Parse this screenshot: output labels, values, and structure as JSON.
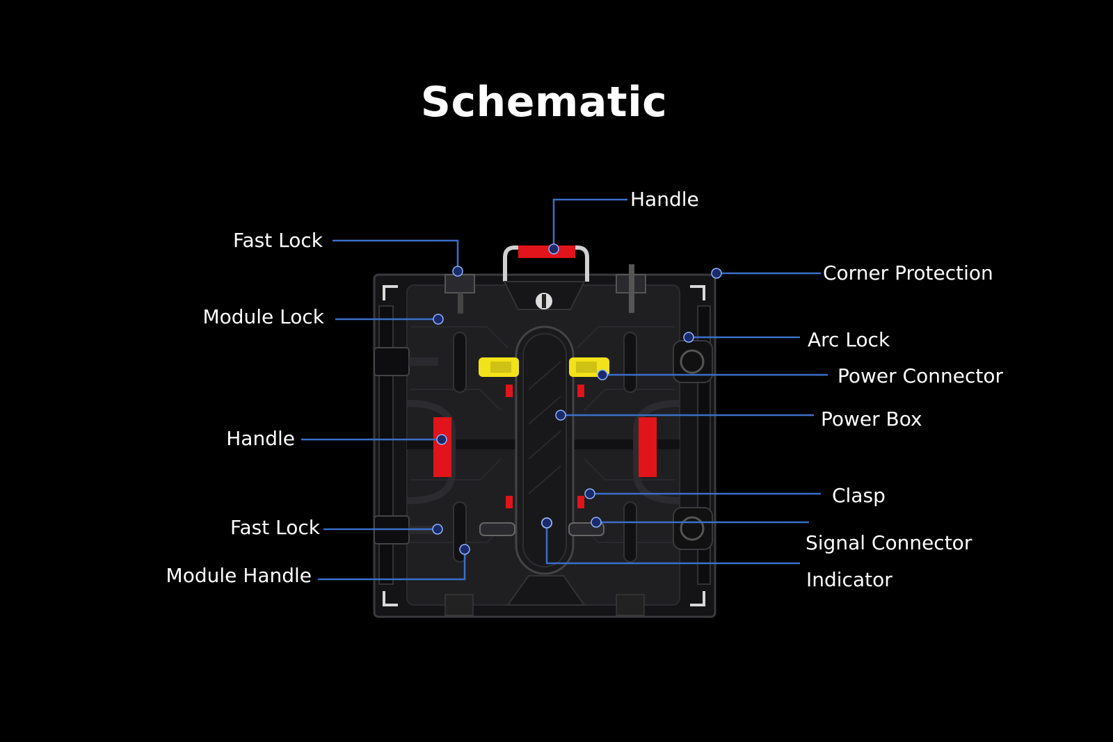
{
  "title": "Schematic",
  "labels": {
    "handle_top": "Handle",
    "fast_lock_top": "Fast Lock",
    "module_lock": "Module Lock",
    "handle_left": "Handle",
    "fast_lock_bottom": "Fast Lock",
    "module_handle": "Module Handle",
    "corner_protection": "Corner Protection",
    "arc_lock": "Arc Lock",
    "power_connector": "Power Connector",
    "power_box": "Power Box",
    "clasp": "Clasp",
    "signal_connector": "Signal Connector",
    "indicator": "Indicator"
  },
  "colors": {
    "background": "#000000",
    "leader_line": "#3b6fc8",
    "marker": "#1a2a6b",
    "handle_red": "#e0141a",
    "connector_yellow": "#f2e21a",
    "cabinet": "#1b1b1d"
  }
}
